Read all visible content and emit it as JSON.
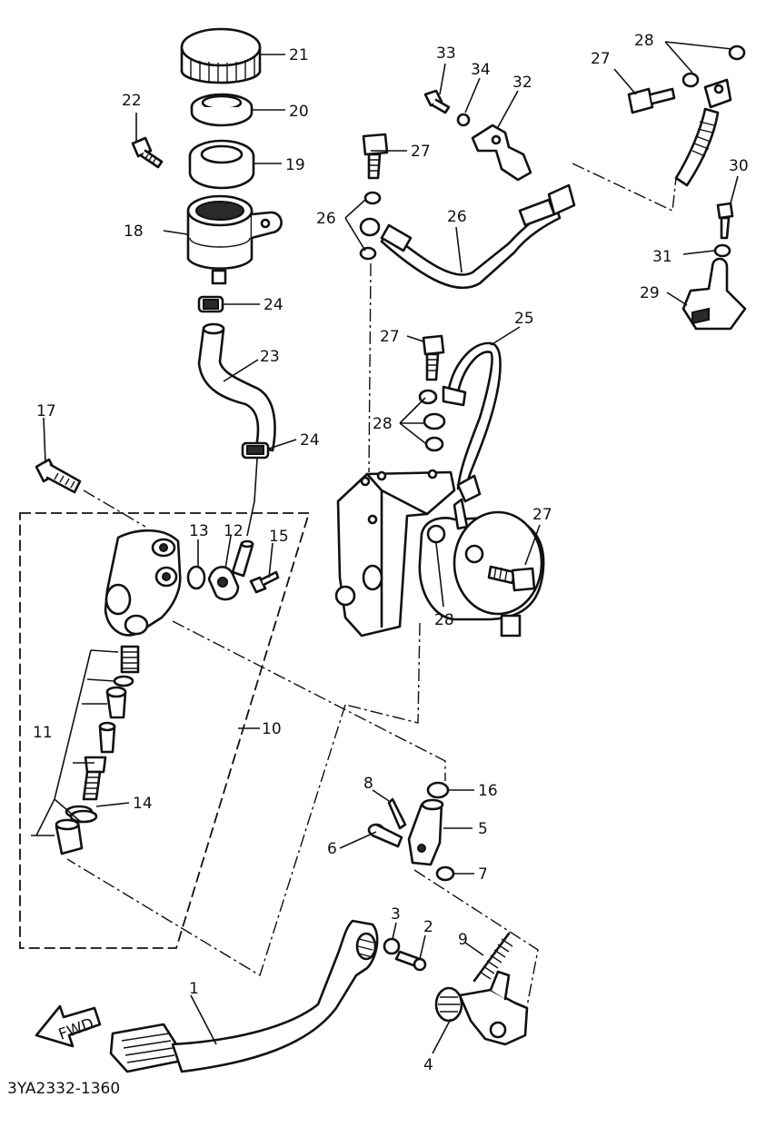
{
  "diagram": {
    "drawing_code": "3YA2332-1360",
    "fwd_label": "FWD",
    "callouts": {
      "c1": "1",
      "c2": "2",
      "c3": "3",
      "c4": "4",
      "c5": "5",
      "c6": "6",
      "c7": "7",
      "c8": "8",
      "c9": "9",
      "c10": "10",
      "c11": "11",
      "c12": "12",
      "c13": "13",
      "c14": "14",
      "c15": "15",
      "c16": "16",
      "c17": "17",
      "c18": "18",
      "c19": "19",
      "c20": "20",
      "c21": "21",
      "c22": "22",
      "c23": "23",
      "c24": "24",
      "c25": "25",
      "c26": "26",
      "c27": "27",
      "c28": "28",
      "c29": "29",
      "c30": "30",
      "c31": "31",
      "c32": "32",
      "c33": "33",
      "c34": "34"
    }
  }
}
